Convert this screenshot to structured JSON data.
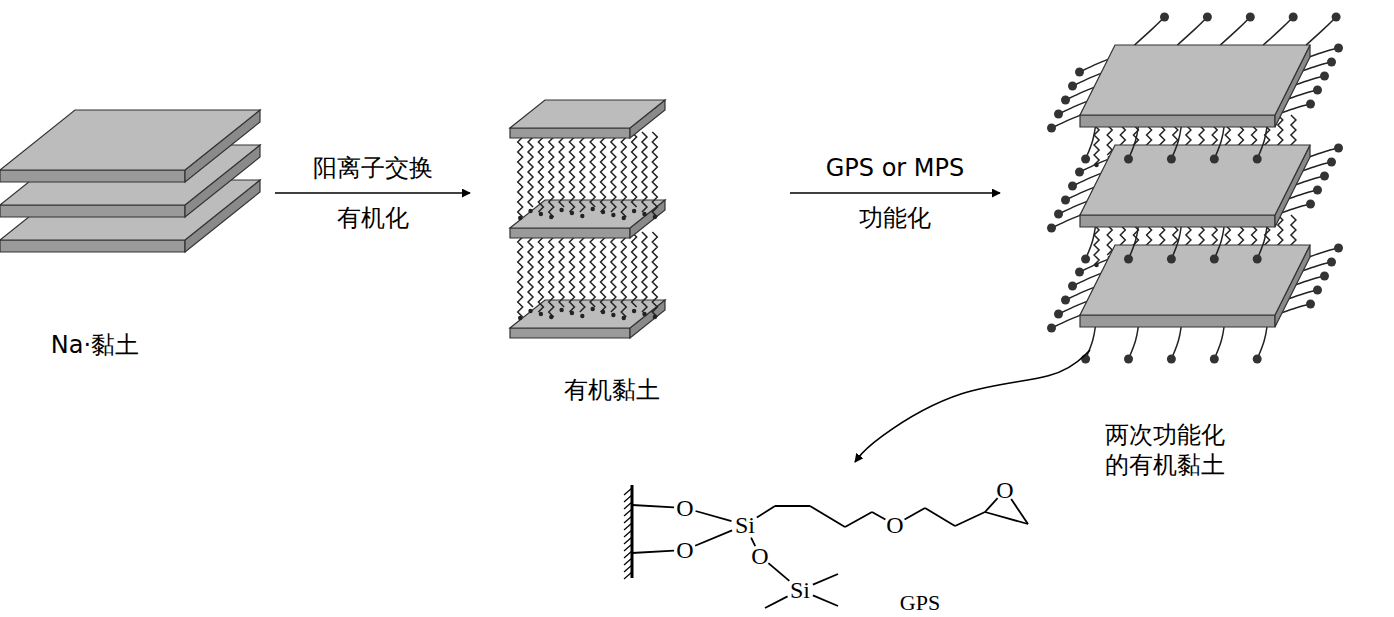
{
  "diagram": {
    "nodes": [
      {
        "text": [
          "Na·黏土"
        ]
      },
      {
        "text": [
          "有机黏土"
        ]
      },
      {
        "text": [
          "两次功能化 的有机黏土"
        ]
      },
      {
        "text": [
          "GPS"
        ]
      }
    ],
    "edges": [
      {
        "from": 0,
        "to": 1,
        "arrow": "to",
        "label": "阳离子交换 有机化"
      },
      {
        "from": 1,
        "to": 2,
        "arrow": "to",
        "label": "GPS or MPS 功能化"
      },
      {
        "from": 2,
        "to": 3,
        "arrow": "to"
      }
    ],
    "labels": [
      "O",
      "Si",
      "O",
      "O",
      "Si",
      "O",
      "O"
    ]
  }
}
